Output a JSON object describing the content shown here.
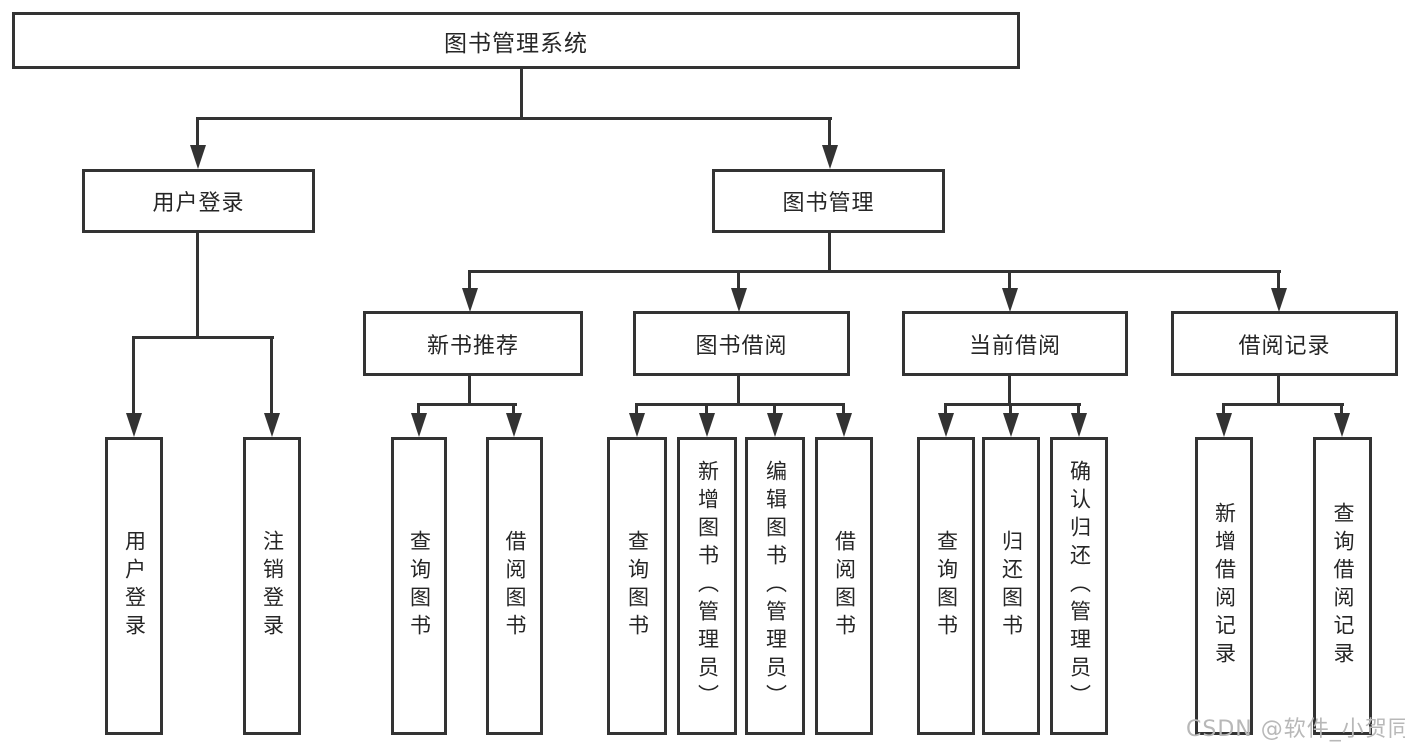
{
  "title": {
    "label": "图书管理系统"
  },
  "level2": [
    {
      "label": "用户登录"
    },
    {
      "label": "图书管理"
    }
  ],
  "level3": [
    {
      "label": "新书推荐"
    },
    {
      "label": "图书借阅"
    },
    {
      "label": "当前借阅"
    },
    {
      "label": "借阅记录"
    }
  ],
  "leaves": {
    "user_login": [
      {
        "label": "用户登录"
      },
      {
        "label": "注销登录"
      }
    ],
    "new_book": [
      {
        "label": "查询图书"
      },
      {
        "label": "借阅图书"
      }
    ],
    "book_borrow": [
      {
        "label": "查询图书"
      },
      {
        "label": "新增图书（管理员）"
      },
      {
        "label": "编辑图书（管理员）"
      },
      {
        "label": "借阅图书"
      }
    ],
    "current_borrow": [
      {
        "label": "查询图书"
      },
      {
        "label": "归还图书"
      },
      {
        "label": "确认归还（管理员）"
      }
    ],
    "borrow_records": [
      {
        "label": "新增借阅记录"
      },
      {
        "label": "查询借阅记录"
      }
    ]
  },
  "watermark": {
    "text": "CSDN @软件_小贺同学"
  },
  "colors": {
    "line": "#333333",
    "text": "#262626",
    "background": "#ffffff",
    "watermark": "#b8b8b8"
  }
}
